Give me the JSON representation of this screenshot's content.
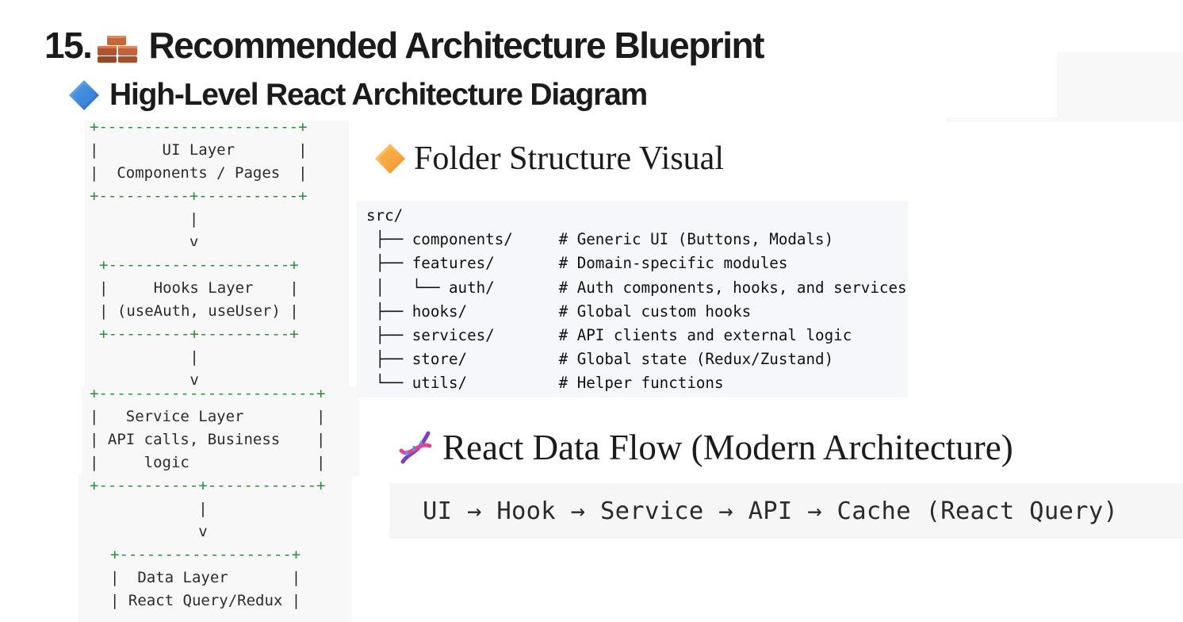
{
  "title": {
    "number": "15.",
    "text": "Recommended Architecture Blueprint",
    "icon": "brick-icon"
  },
  "subtitle": {
    "text": "High-Level React Architecture Diagram",
    "icon": "blue-diamond-icon"
  },
  "diagram": {
    "ui_layer": {
      "border_top": "+----------------------+",
      "line1": "|       UI Layer       |",
      "line2": "|  Components / Pages  |",
      "border_bottom": "+----------+-----------+",
      "pipe": "           |",
      "arrow": "           v"
    },
    "hooks_layer": {
      "border_top": "+--------------------+",
      "line1": "|     Hooks Layer    |",
      "line2": "| (useAuth, useUser) |",
      "border_bottom": "+---------+----------+",
      "pipe": "          |",
      "arrow": "          v"
    },
    "service_layer": {
      "border_top": "+------------------------+",
      "line1": "|   Service Layer        |",
      "line2": "| API calls, Business    |",
      "line3": "|     logic              |",
      "border_bottom": "+-----------+------------+",
      "pipe": "            |",
      "arrow": "            v"
    },
    "data_layer": {
      "border_top": "+-------------------+",
      "line1": "|  Data Layer       |",
      "line2": "| React Query/Redux |"
    }
  },
  "folder_section": {
    "heading": "Folder Structure Visual",
    "icon": "orange-diamond-icon",
    "lines": [
      "src/",
      " ├── components/     # Generic UI (Buttons, Modals)",
      " ├── features/       # Domain-specific modules",
      " │   └── auth/       # Auth components, hooks, and services",
      " ├── hooks/          # Global custom hooks",
      " ├── services/       # API clients and external logic",
      " ├── store/          # Global state (Redux/Zustand)",
      " └── utils/          # Helper functions"
    ]
  },
  "flow_section": {
    "heading": "React Data Flow (Modern Architecture)",
    "icon": "dna-icon",
    "flow": "UI → Hook → Service → API → Cache (React Query)"
  },
  "colors": {
    "ascii_border": "#2e8b3e",
    "blue_diamond": "#2f7fd8",
    "orange_diamond": "#f5a33a",
    "code_bg": "#f6f7fb"
  }
}
